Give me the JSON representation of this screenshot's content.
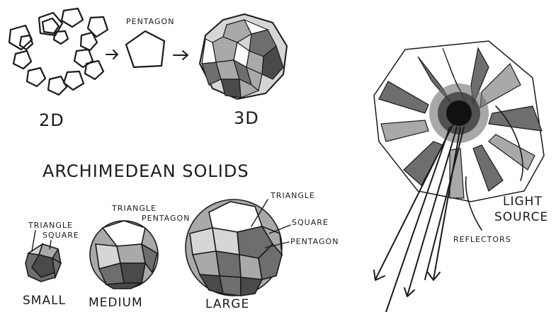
{
  "labels": {
    "pentagon": "PENTAGON",
    "two_d": "2D",
    "three_d": "3D",
    "heading": "ARCHIMEDEAN SOLIDS",
    "small_triangle": "TRIANGLE",
    "small_square": "SQUARE",
    "medium_triangle": "TRIANGLE",
    "medium_pentagon": "PENTAGON",
    "large_triangle": "TRIANGLE",
    "large_square": "SQUARE",
    "large_pentagon": "PENTAGON",
    "small": "SMALL",
    "medium": "MEDIUM",
    "large": "LARGE",
    "light_source": "LIGHT SOURCE",
    "light": "LIGHT",
    "source": "SOURCE",
    "reflectors": "REFLECTORS"
  },
  "colors": {
    "ink": "#1a1a1a",
    "light_gray": "#d6d6d6",
    "mid_gray": "#a9a9a9",
    "dark_gray": "#6e6e6e",
    "darker_gray": "#4a4a4a"
  }
}
